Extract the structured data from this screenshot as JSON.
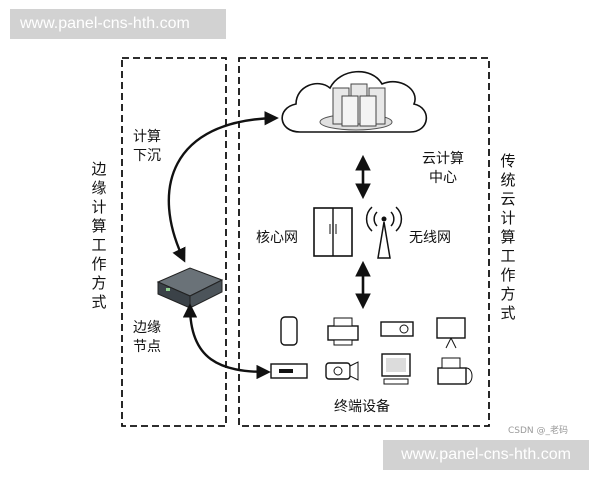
{
  "banners": {
    "top": "www.panel-cns-hth.com",
    "bottom": "www.panel-cns-hth.com"
  },
  "labels": {
    "edge_mode": "边缘计算工作方式",
    "traditional_mode": "传统云计算工作方式",
    "compute_sink": [
      "计算",
      "下沉"
    ],
    "edge_node": [
      "边缘",
      "节点"
    ],
    "cloud_center": [
      "云计算",
      "中心"
    ],
    "core_network": "核心网",
    "wireless_network": "无线网",
    "terminal_devices": "终端设备"
  },
  "watermark": "CSDN @_老码",
  "icons": [
    "cloud-server-icon",
    "core-network-icon",
    "antenna-icon",
    "edge-server-icon",
    "phone-icon",
    "printer-icon",
    "projector-icon",
    "screen-icon",
    "set-top-box-icon",
    "camera-icon",
    "desktop-icon",
    "fax-icon"
  ]
}
